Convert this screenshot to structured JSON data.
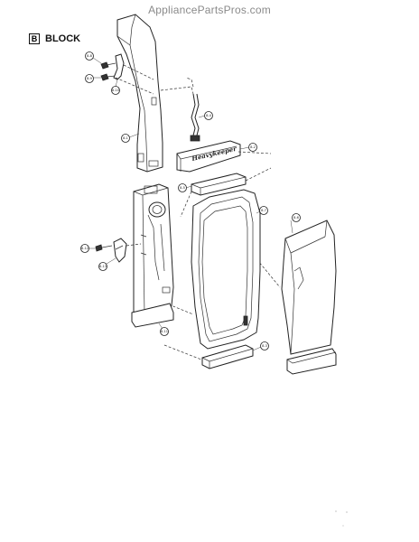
{
  "watermark": "AppliancePartsPros.com",
  "section": {
    "letter": "B",
    "title": "BLOCK"
  },
  "handle_logo_text": "Heavykeeper",
  "callouts": [
    {
      "id": "c1",
      "label": "8-1"
    },
    {
      "id": "c2",
      "label": "8-2"
    },
    {
      "id": "c3",
      "label": "8-3"
    },
    {
      "id": "c4",
      "label": "8-4"
    },
    {
      "id": "c5",
      "label": "8-5"
    },
    {
      "id": "c6",
      "label": "8-6"
    },
    {
      "id": "c7",
      "label": "8-7"
    },
    {
      "id": "c8",
      "label": "8-8"
    },
    {
      "id": "c9",
      "label": "8-9"
    },
    {
      "id": "c10",
      "label": "8-10"
    },
    {
      "id": "c11",
      "label": "8-11"
    },
    {
      "id": "c12",
      "label": "8-12"
    },
    {
      "id": "c13",
      "label": "8-13"
    }
  ]
}
